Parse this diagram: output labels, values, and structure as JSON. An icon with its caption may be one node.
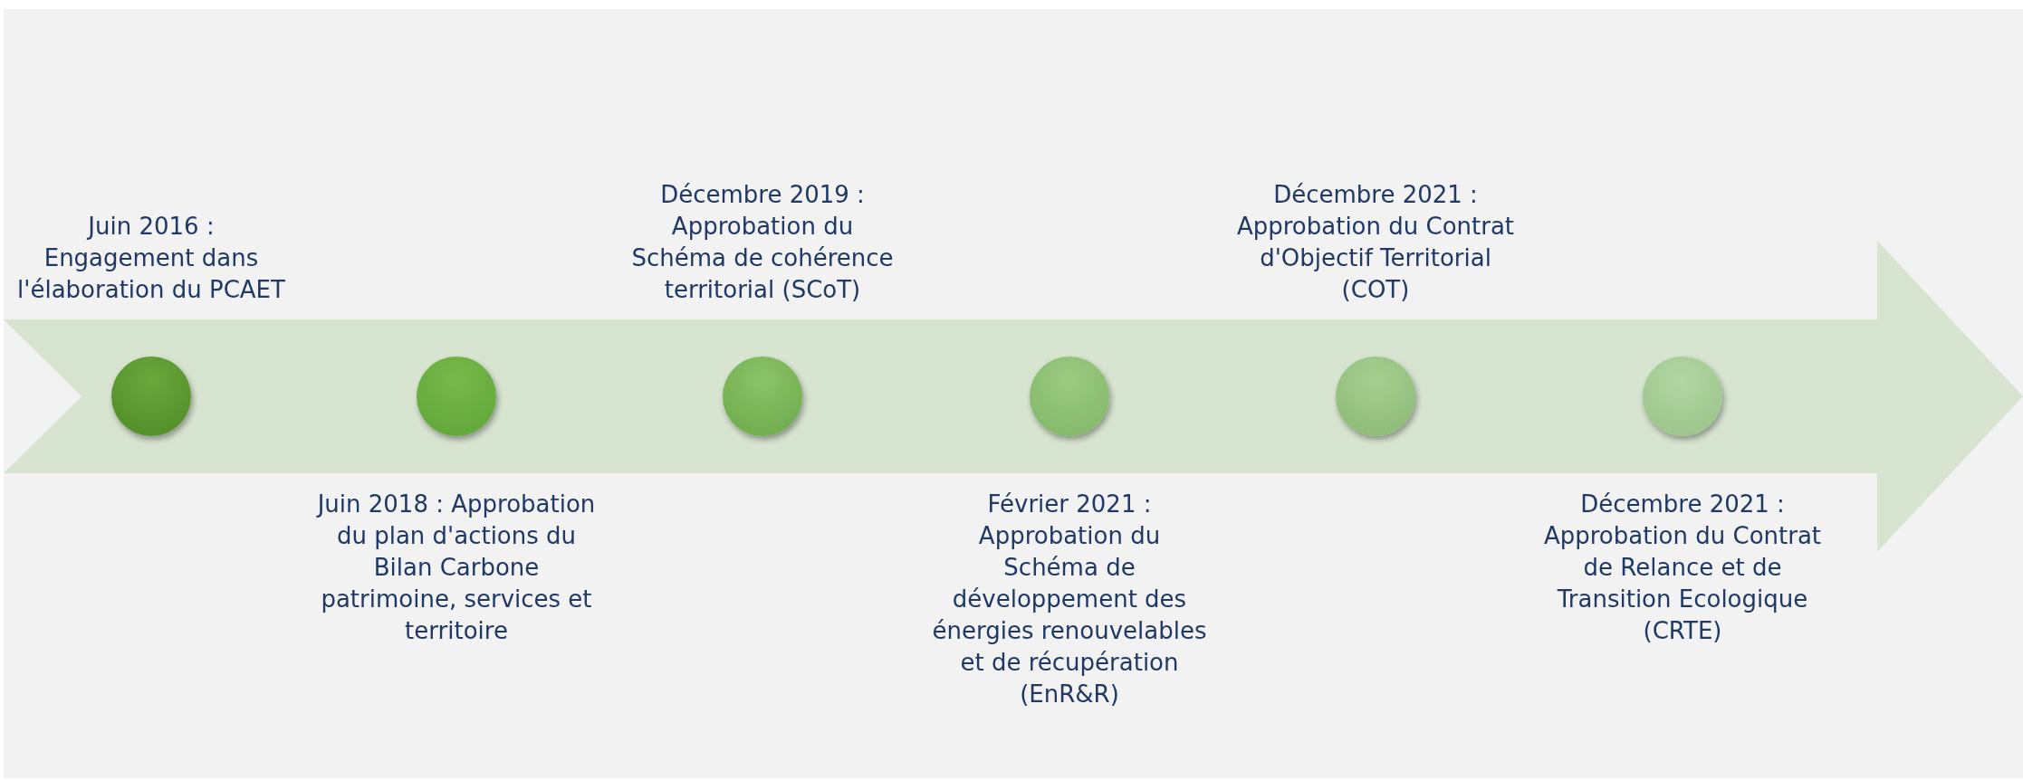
{
  "diagram": {
    "nodes": [
      {
        "text": [],
        "shape": "circle",
        "beside": [
          "Juin 2016 : Engagement dans l'élaboration du PCAET"
        ]
      },
      {
        "text": [],
        "shape": "circle",
        "beside": [
          "Juin 2018 : Approbation du plan d'actions du Bilan Carbone patrimoine, services et territoire"
        ]
      },
      {
        "text": [],
        "shape": "circle",
        "beside": [
          "Décembre 2019 : Approbation du Schéma de cohérence territorial (SCoT)"
        ]
      },
      {
        "text": [],
        "shape": "circle",
        "beside": [
          "Février 2021 : Approbation du Schéma de développement des énergies renouvelables et de récupération (EnR&R)"
        ]
      },
      {
        "text": [],
        "shape": "circle",
        "beside": [
          "Décembre 2021 : Approbation du Contrat d'Objectif Territorial (COT)"
        ]
      },
      {
        "text": [],
        "shape": "circle",
        "beside": [
          "Décembre 2021 : Approbation du Contrat de Relance et de Transition Ecologique (CRTE)"
        ]
      }
    ]
  }
}
